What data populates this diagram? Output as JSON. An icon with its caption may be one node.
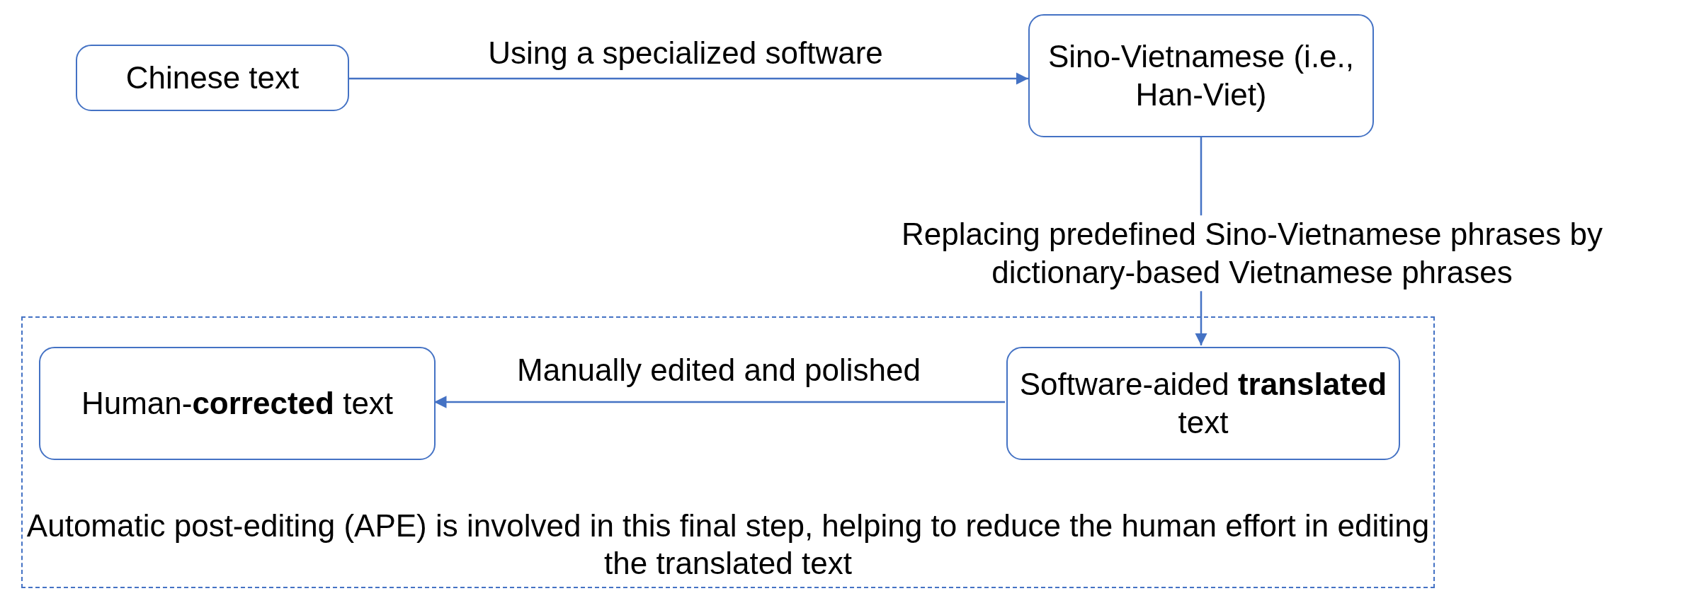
{
  "diagram": {
    "nodes": [
      {
        "text": [
          "Chinese text"
        ]
      },
      {
        "text": [
          "Sino-Vietnamese (i.e., Han-Viet)"
        ]
      },
      {
        "text": [
          "Automatic post-editing (APE) is involved in this final step, helping to reduce the human effort in editing the translated text"
        ]
      },
      {
        "text": [
          "Human-**corrected** text"
        ],
        "in": 2
      },
      {
        "text": [
          "Software-aided **translated** text"
        ],
        "in": 2
      }
    ],
    "edges": [
      {
        "from": 0,
        "to": 1,
        "arrow": "to",
        "label": "Using a specialized software"
      },
      {
        "from": 1,
        "to": 4,
        "arrow": "to",
        "label": "Replacing predefined Sino-Vietnamese phrases by dictionary-based Vietnamese phrases"
      },
      {
        "from": 4,
        "to": 3,
        "arrow": "to",
        "label": "Manually edited and polished"
      }
    ]
  }
}
